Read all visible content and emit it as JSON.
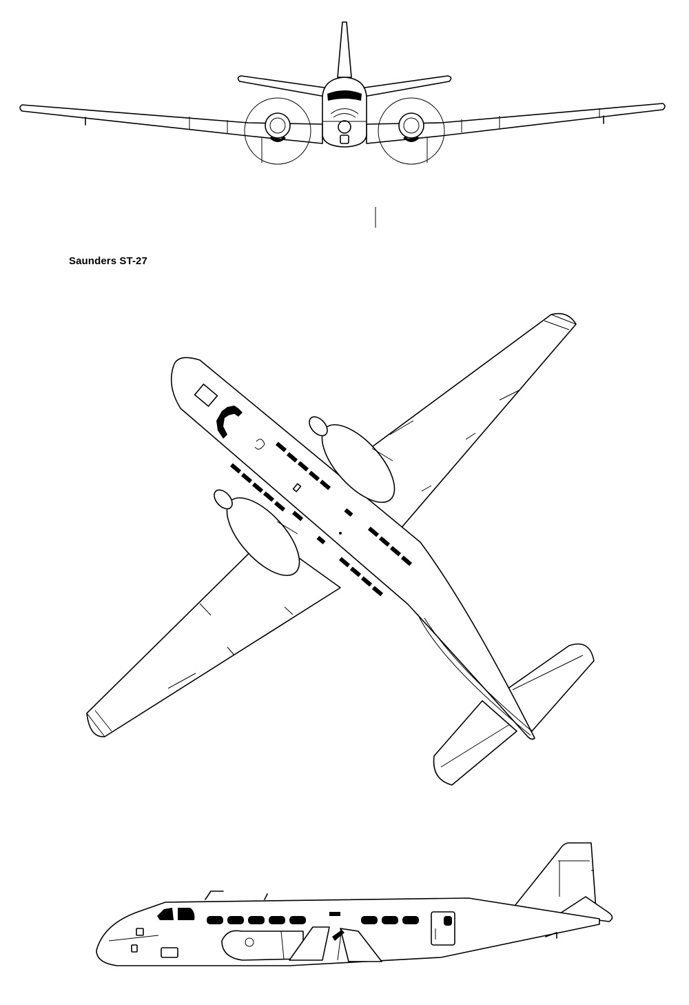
{
  "drawing": {
    "title": "Saunders ST-27",
    "views": [
      "front-view",
      "plan-view",
      "side-view"
    ],
    "ink_color": "#000000",
    "paper_color": "#ffffff"
  }
}
